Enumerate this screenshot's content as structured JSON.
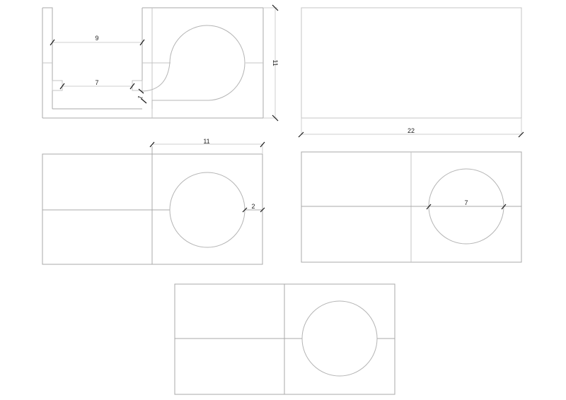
{
  "drawing": {
    "title": "Clamp block orthographic views",
    "colors": {
      "background": "#ffffff",
      "edge": "#a8a8a8",
      "dimension_line": "#cfcfcf",
      "tick": "#1a1a1a",
      "text": "#222222"
    },
    "views": [
      {
        "name": "front-section-view",
        "description": "U-shaped body with teardrop cutout"
      },
      {
        "name": "top-view",
        "description": "Plain rectangle"
      },
      {
        "name": "side-view-left",
        "description": "Split rectangle with circular bore"
      },
      {
        "name": "side-view-right",
        "description": "Split rectangle with circular bore"
      },
      {
        "name": "bottom-view",
        "description": "Split rectangle with circular bore"
      }
    ],
    "dimensions": {
      "slot_width_outer": "9",
      "slot_width_inner": "7",
      "fillet_small": "1",
      "overall_height": "11",
      "overall_length": "22",
      "half_length": "11",
      "wall_offset": "2",
      "bore_diameter": "7"
    }
  }
}
